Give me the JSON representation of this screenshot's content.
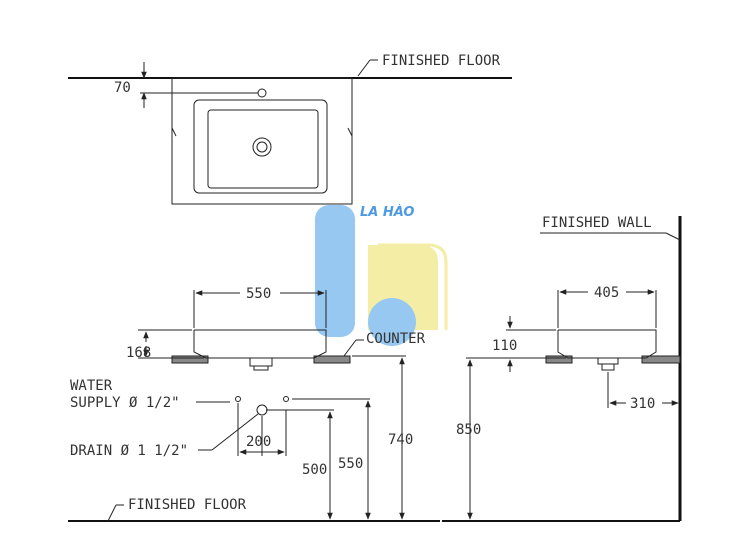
{
  "labels": {
    "finished_floor_top": "FINISHED FLOOR",
    "finished_floor_bottom": "FINISHED FLOOR",
    "finished_wall": "FINISHED WALL",
    "counter": "COUNTER",
    "water_line1": "WATER",
    "water_line2": "SUPPLY Ø 1/2\"",
    "drain": "DRAIN Ø 1 1/2\"",
    "brand": "LA HÀO"
  },
  "dims": {
    "d70": "70",
    "d550w": "550",
    "d168": "168",
    "d200": "200",
    "d500": "500",
    "d550h": "550",
    "d740": "740",
    "d850": "850",
    "d405": "405",
    "d110": "110",
    "d310": "310"
  },
  "colors": {
    "watermark_blue": "#8cc3f0",
    "watermark_yellow": "#f3ec9c",
    "brand_blue": "#3b8fe0"
  }
}
